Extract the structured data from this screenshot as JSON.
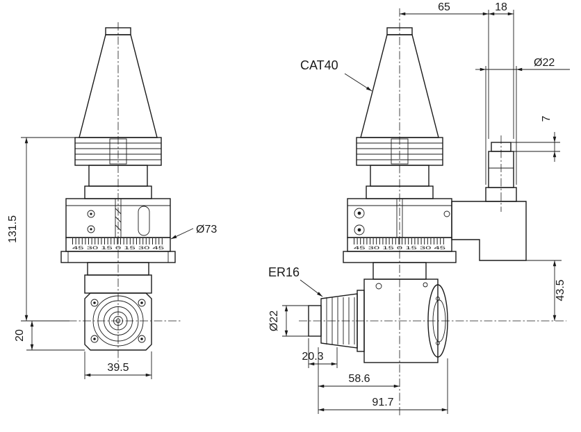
{
  "labels": {
    "taper": "CAT40",
    "collet": "ER16"
  },
  "dims": {
    "top_65": "65",
    "top_18": "18",
    "pin_dia": "Ø22",
    "pin_cap": "7",
    "height": "131.5",
    "body_dia": "Ø73",
    "drop_20": "20",
    "width_39_5": "39.5",
    "collet_dia": "Ø22",
    "len_20_3": "20.3",
    "len_58_6": "58.6",
    "len_91_7": "91.7",
    "drop_43_5": "43.5"
  },
  "scales": {
    "left": "45 30 15 0 15 30 45",
    "right": "45 30 15 0 15 30 45"
  },
  "colors": {
    "line": "#1a1a1a",
    "background": "#ffffff"
  }
}
